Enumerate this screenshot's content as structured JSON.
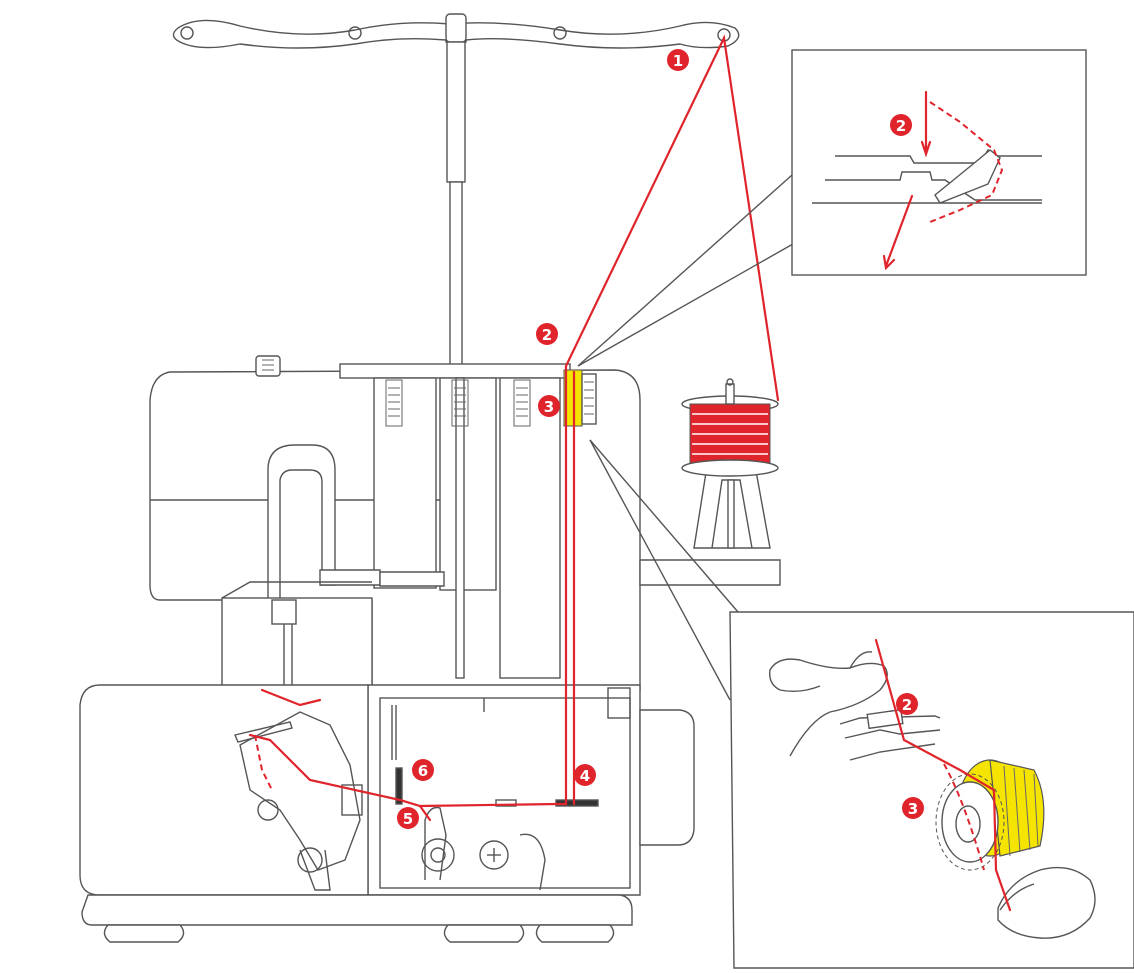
{
  "colors": {
    "thread": "#e0242b",
    "tension_dial": "#f5e400",
    "outline": "#555555",
    "badge_text": "#ffffff"
  },
  "steps": [
    {
      "key": "s1",
      "label": "1"
    },
    {
      "key": "s2",
      "label": "2"
    },
    {
      "key": "s3",
      "label": "3"
    },
    {
      "key": "s4",
      "label": "4"
    },
    {
      "key": "s5",
      "label": "5"
    },
    {
      "key": "s6",
      "label": "6"
    },
    {
      "key": "inset_top_s2",
      "label": "2"
    },
    {
      "key": "inset_bottom_s2",
      "label": "2"
    },
    {
      "key": "inset_bottom_s3",
      "label": "3"
    }
  ],
  "icons": {
    "spool": "thread-spool-icon",
    "hand": "hand-icon",
    "dial": "tension-dial-icon"
  }
}
